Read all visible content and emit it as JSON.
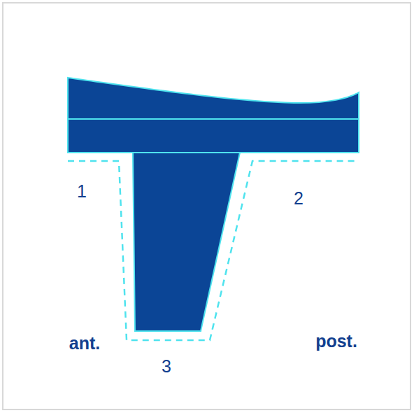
{
  "diagram": {
    "labels": [
      "1",
      "2",
      "ant.",
      "post.",
      "3"
    ]
  }
}
